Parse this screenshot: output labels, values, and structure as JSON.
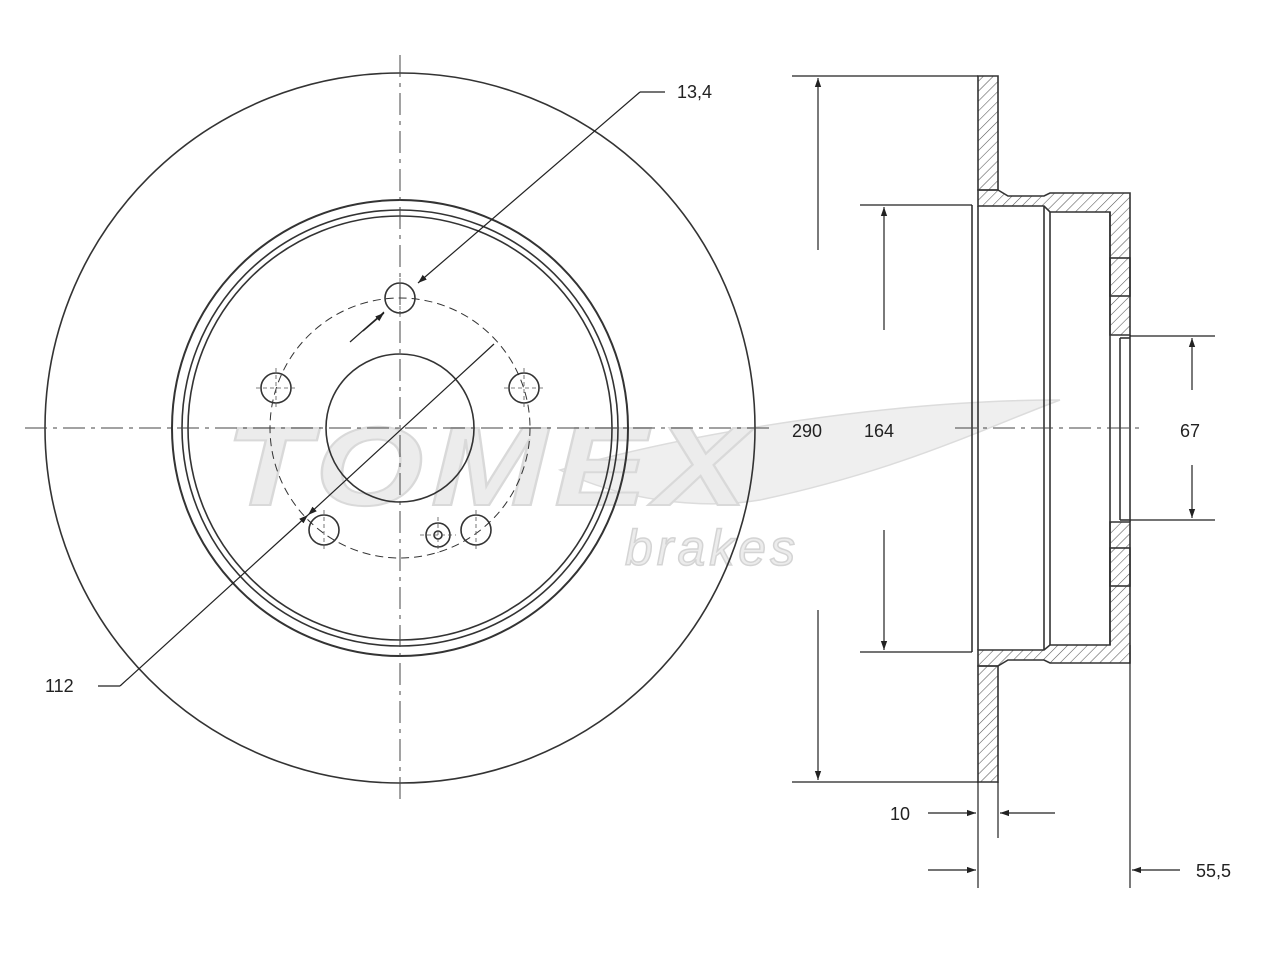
{
  "watermark": {
    "brand": "TOMEX",
    "tagline": "brakes"
  },
  "dimensions": {
    "bolt_hole": "13,4",
    "pcd": "112",
    "outer_diameter": "290",
    "hat_diameter": "164",
    "center_bore": "67",
    "thickness": "10",
    "height": "55,5"
  },
  "colors": {
    "line": "#333333",
    "watermark": "#e6e6e6"
  }
}
